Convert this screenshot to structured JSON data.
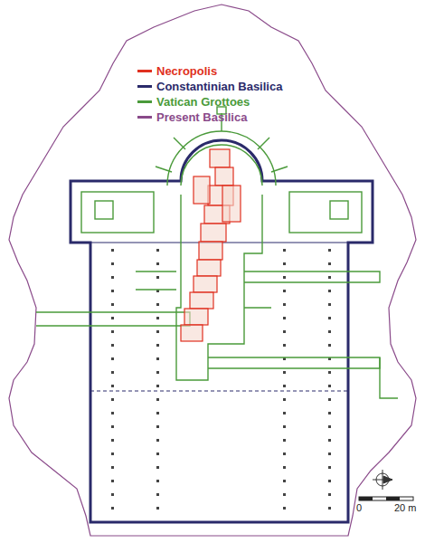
{
  "diagram": {
    "labels": [
      "0",
      "20 m"
    ],
    "legend": [
      {
        "text": "Necropolis",
        "color": "#e03020"
      },
      {
        "text": "Constantinian Basilica",
        "color": "#2a2a6a"
      },
      {
        "text": "Vatican Grottoes",
        "color": "#4a9a3a"
      },
      {
        "text": "Present Basilica",
        "color": "#8a4a8a"
      }
    ]
  }
}
